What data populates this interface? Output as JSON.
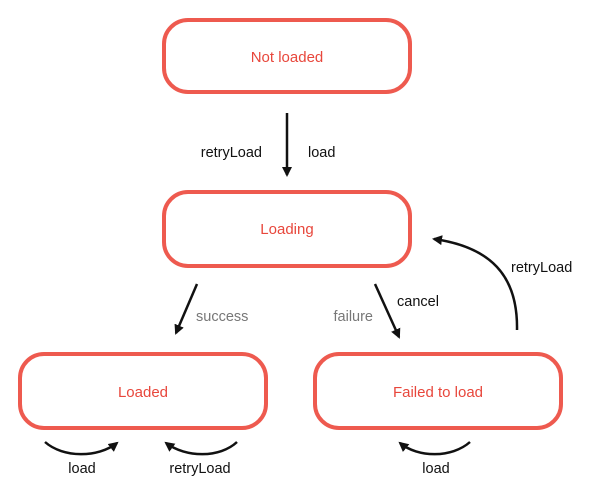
{
  "states": {
    "not_loaded": "Not loaded",
    "loading": "Loading",
    "loaded": "Loaded",
    "failed": "Failed to load"
  },
  "transitions": {
    "retry_load_top": "retryLoad",
    "load_top": "load",
    "success": "success",
    "failure": "failure",
    "cancel": "cancel",
    "retry_load_right": "retryLoad",
    "loaded_load": "load",
    "loaded_retry_load": "retryLoad",
    "failed_load": "load"
  },
  "colors": {
    "state_border": "#ee5a4f",
    "state_text": "#e8473c",
    "edge": "#111111",
    "muted_label": "#777777"
  }
}
